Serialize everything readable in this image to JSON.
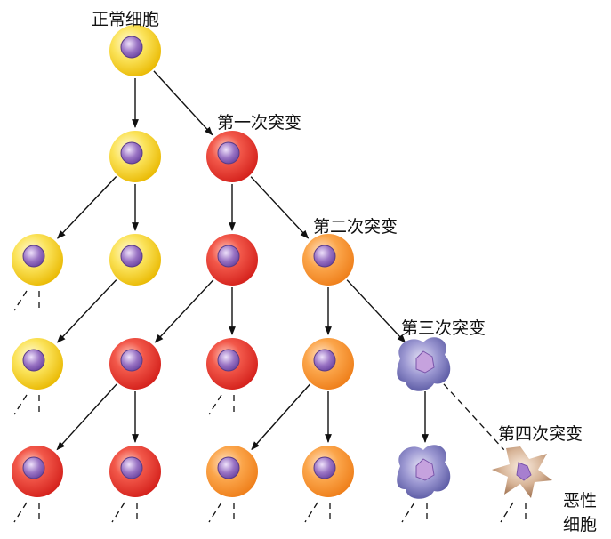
{
  "labels": {
    "normal_cell": "正常细胞",
    "mutation_1": "第一次突变",
    "mutation_2": "第二次突变",
    "mutation_3": "第三次突变",
    "mutation_4": "第四次突变",
    "malignant_line1": "恶性",
    "malignant_line2": "细胞"
  },
  "colors": {
    "normal": "#f5d21f",
    "mutation_1": "#e8362a",
    "mutation_2": "#f5922f",
    "mutation_3": "#5c5ca8",
    "mutation_4": "#9a6a4a",
    "nucleus": "#8a64b5"
  },
  "stages": [
    {
      "id": "normal",
      "kind": "round"
    },
    {
      "id": "mutation_1",
      "kind": "round"
    },
    {
      "id": "mutation_2",
      "kind": "round"
    },
    {
      "id": "mutation_3",
      "kind": "irregular"
    },
    {
      "id": "mutation_4",
      "kind": "malignant"
    }
  ],
  "cells": [
    {
      "id": "c0",
      "stage": "normal"
    },
    {
      "id": "c1",
      "stage": "normal"
    },
    {
      "id": "c2",
      "stage": "mutation_1"
    },
    {
      "id": "c3",
      "stage": "normal"
    },
    {
      "id": "c4",
      "stage": "normal"
    },
    {
      "id": "c5",
      "stage": "mutation_1"
    },
    {
      "id": "c6",
      "stage": "mutation_2"
    },
    {
      "id": "c7",
      "stage": "normal"
    },
    {
      "id": "c8",
      "stage": "mutation_1"
    },
    {
      "id": "c9",
      "stage": "mutation_1"
    },
    {
      "id": "c10",
      "stage": "mutation_2"
    },
    {
      "id": "c11",
      "stage": "mutation_3"
    },
    {
      "id": "c12",
      "stage": "mutation_1"
    },
    {
      "id": "c13",
      "stage": "mutation_1"
    },
    {
      "id": "c14",
      "stage": "mutation_2"
    },
    {
      "id": "c15",
      "stage": "mutation_2"
    },
    {
      "id": "c16",
      "stage": "mutation_3"
    },
    {
      "id": "c17",
      "stage": "mutation_4"
    }
  ],
  "divisions": [
    {
      "from": "c0",
      "to": "c1",
      "style": "solid"
    },
    {
      "from": "c0",
      "to": "c2",
      "style": "solid"
    },
    {
      "from": "c1",
      "to": "c3",
      "style": "solid"
    },
    {
      "from": "c1",
      "to": "c4",
      "style": "solid"
    },
    {
      "from": "c2",
      "to": "c5",
      "style": "solid"
    },
    {
      "from": "c2",
      "to": "c6",
      "style": "solid"
    },
    {
      "from": "c4",
      "to": "c7",
      "style": "solid"
    },
    {
      "from": "c5",
      "to": "c8",
      "style": "solid"
    },
    {
      "from": "c5",
      "to": "c9",
      "style": "solid"
    },
    {
      "from": "c6",
      "to": "c10",
      "style": "solid"
    },
    {
      "from": "c6",
      "to": "c11",
      "style": "solid"
    },
    {
      "from": "c8",
      "to": "c12",
      "style": "solid"
    },
    {
      "from": "c8",
      "to": "c13",
      "style": "solid"
    },
    {
      "from": "c10",
      "to": "c14",
      "style": "solid"
    },
    {
      "from": "c10",
      "to": "c15",
      "style": "solid"
    },
    {
      "from": "c11",
      "to": "c16",
      "style": "solid"
    },
    {
      "from": "c11",
      "to": "c17",
      "style": "dashed"
    }
  ]
}
